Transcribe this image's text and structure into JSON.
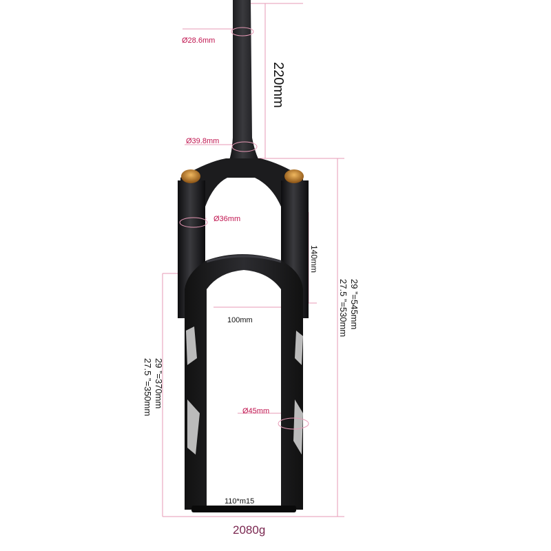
{
  "diameters": {
    "steerer_top": "Ø28.6mm",
    "steerer_base": "Ø39.8mm",
    "stanchion": "Ø36mm",
    "lower_leg": "Ø45mm"
  },
  "dimensions": {
    "steerer_length": "220mm",
    "travel": "140mm",
    "leg_spacing": "100mm",
    "axle": "110*m15",
    "axle_to_crown_29": "29 ”=545mm",
    "axle_to_crown_275": "27.5 ”=530mm",
    "lower_length_29": "29 ”=370mm",
    "lower_length_275": "27.5 ”=350mm"
  },
  "weight": "2080g",
  "colors": {
    "fork_body": "#1c1c1e",
    "bronze_cap": "#c7832a",
    "callout_text": "#c0144f",
    "guide_line": "#e79ab6",
    "weight_text": "#7a2750"
  }
}
